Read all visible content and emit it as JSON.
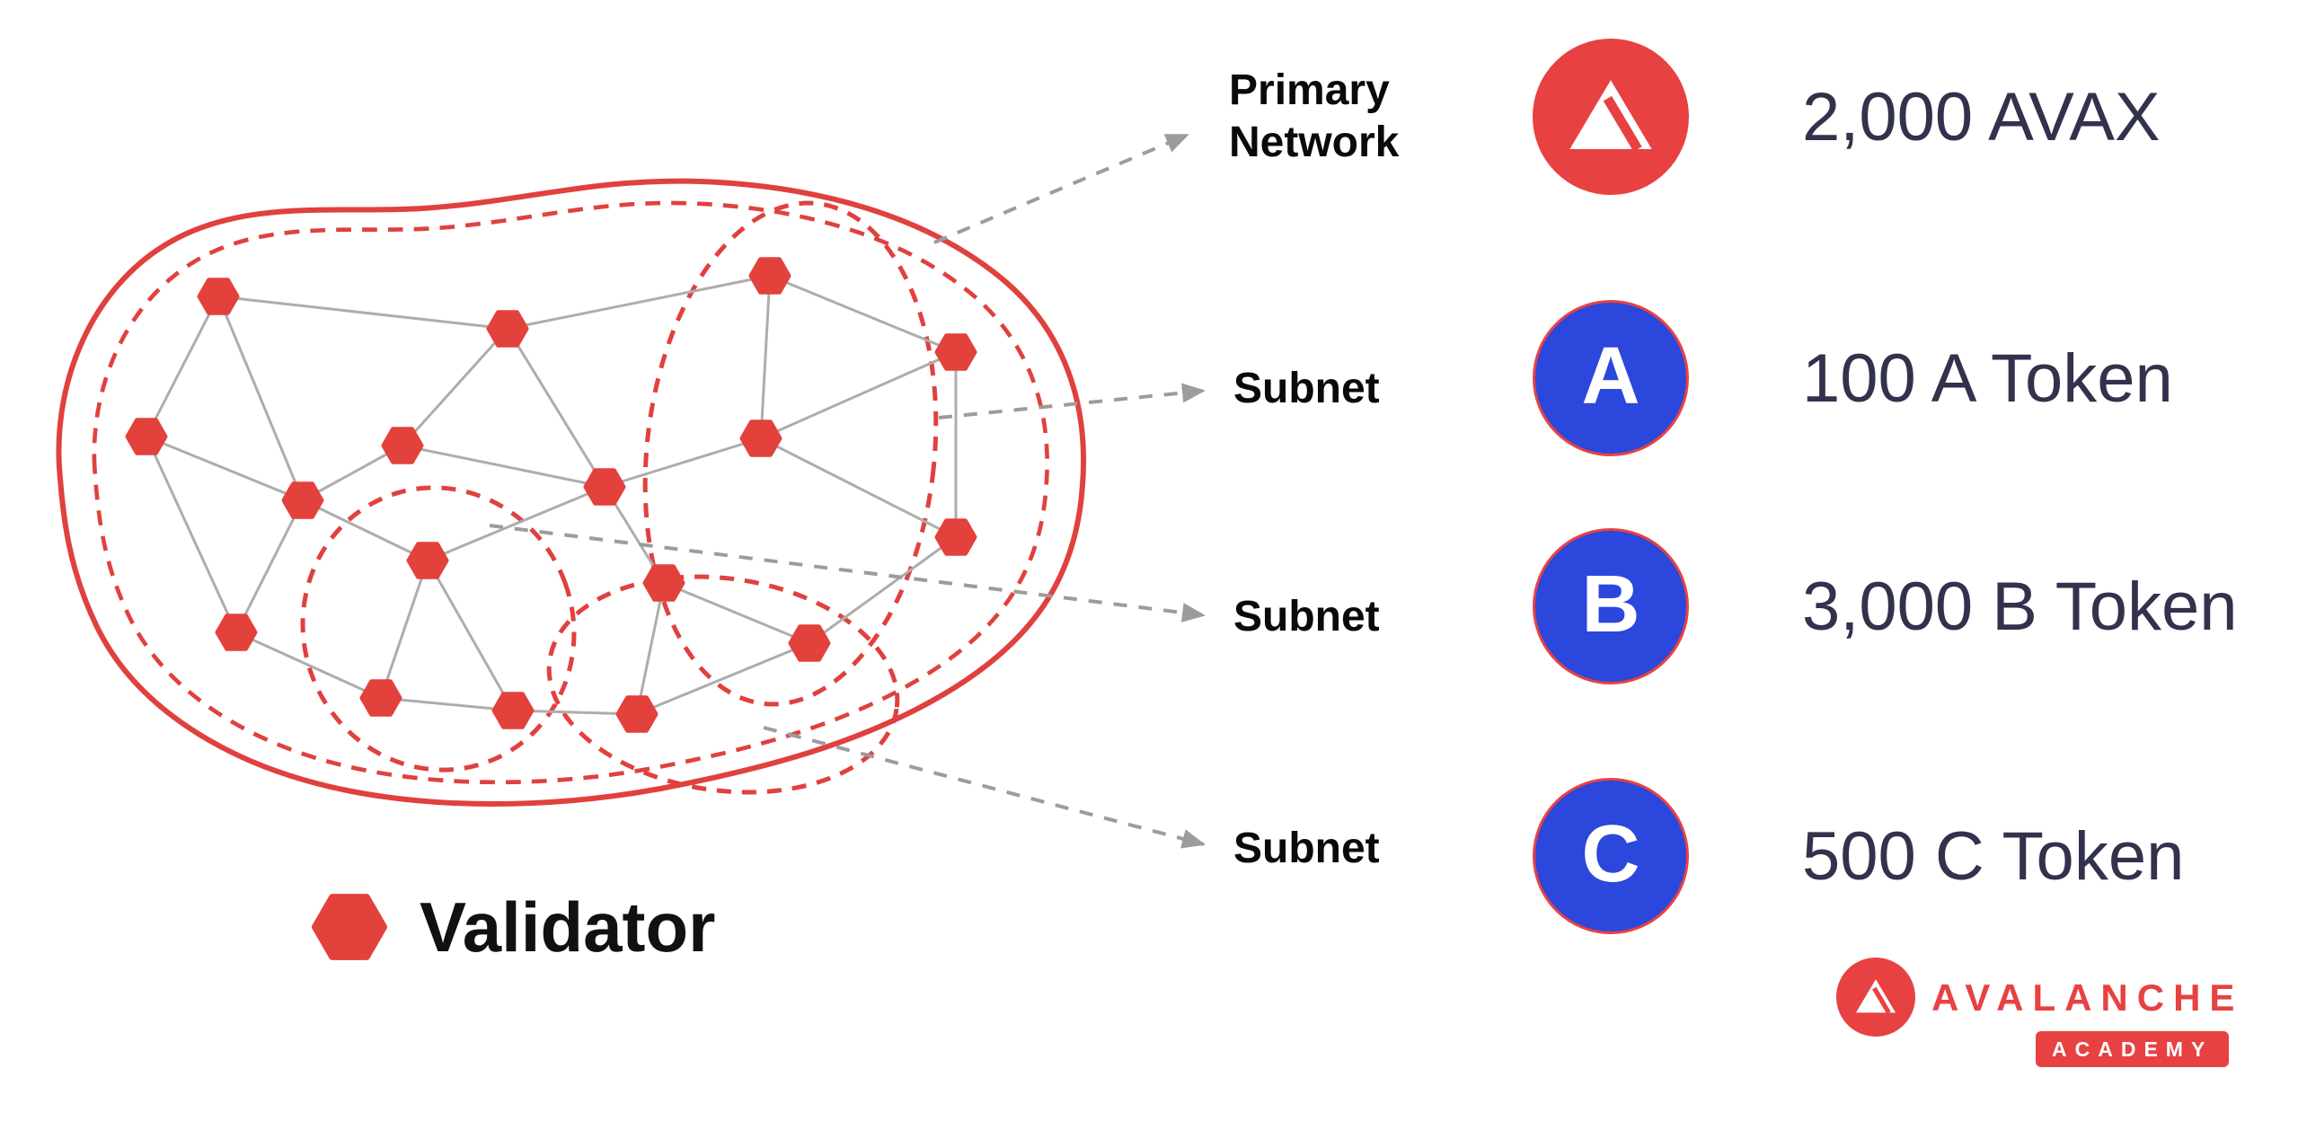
{
  "diagram": {
    "labels": {
      "primary_network": "Primary Network",
      "subnet1": "Subnet",
      "subnet2": "Subnet",
      "subnet3": "Subnet"
    },
    "legend": {
      "validator": "Validator"
    },
    "icons": {
      "node": "validator-hexagon-icon",
      "avax": "avalanche-logo-icon"
    },
    "colors": {
      "avalanche_red": "#E84142",
      "diagram_red": "#E0413E",
      "token_blue": "#2C47DB",
      "edge_gray": "#ADADAD",
      "arrow_gray": "#9C9C9C",
      "text_dark": "#32324D"
    }
  },
  "tokens": [
    {
      "icon": "avalanche-logo-icon",
      "letter": "",
      "label": "2,000 AVAX"
    },
    {
      "icon": "letter-coin",
      "letter": "A",
      "label": "100 A Token"
    },
    {
      "icon": "letter-coin",
      "letter": "B",
      "label": "3,000 B Token"
    },
    {
      "icon": "letter-coin",
      "letter": "C",
      "label": "500 C Token"
    }
  ],
  "branding": {
    "name": "AVALANCHE",
    "sub": "ACADEMY"
  }
}
